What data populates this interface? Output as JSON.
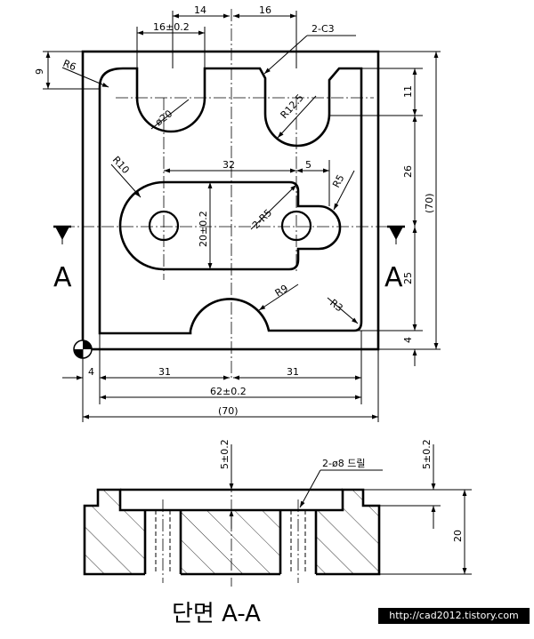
{
  "top_view": {
    "dims": {
      "d14": "14",
      "d16": "16",
      "d16tol": "16±0.2",
      "chamfer": "2-C3",
      "r6": "R6",
      "d9": "9",
      "phi20": "ø20",
      "r12_5": "R12.5",
      "d11": "11",
      "r10": "R10",
      "d32": "32",
      "d5": "5",
      "r5": "R5",
      "d26": "26",
      "d70v": "(70)",
      "d2r5": "2-R5",
      "d20tol": "20±0.2",
      "d25": "25",
      "r9": "R9",
      "r3": "R3",
      "d4v": "4",
      "d4h": "4",
      "d31l": "31",
      "d31r": "31",
      "d62": "62±0.2",
      "d70h": "(70)"
    },
    "section_left": "A",
    "section_right": "A"
  },
  "section_view": {
    "dims": {
      "d5l": "5±0.2",
      "d5r": "5±0.2",
      "drill": "2-ø8 드릴",
      "d20": "20"
    },
    "title": "단면 A-A"
  },
  "watermark": "http://cad2012.tistory.com"
}
